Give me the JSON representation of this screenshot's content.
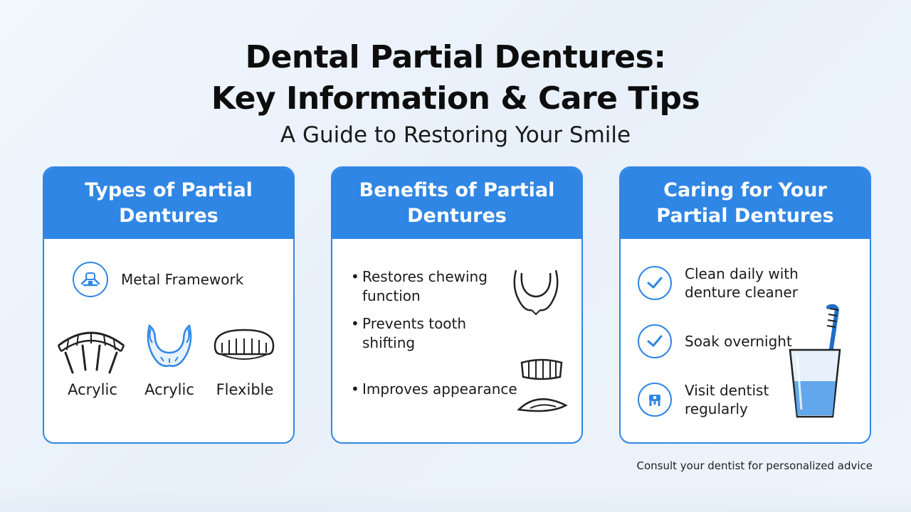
{
  "header": {
    "title_line1": "Dental Partial Dentures:",
    "title_line2": "Key Information & Care Tips",
    "subtitle": "A Guide to Restoring Your Smile"
  },
  "cards": [
    {
      "heading": "Types of Partial Dentures",
      "items": [
        {
          "label": "Metal Framework",
          "icon": "metal-framework-icon"
        }
      ],
      "types": [
        "Acrylic",
        "Acrylic",
        "Flexible"
      ]
    },
    {
      "heading": "Benefits of Partial Dentures",
      "items": [
        {
          "label_line1": "Restores chewing",
          "label_line2": "function"
        },
        {
          "label_line1": "Prevents tooth",
          "label_line2": "shifting"
        },
        {
          "label_line1": "Improves appearance"
        }
      ]
    },
    {
      "heading": "Caring for Your Partial Dentures",
      "items": [
        {
          "label_line1": "Clean daily with",
          "label_line2": "denture cleaner",
          "icon": "check-icon"
        },
        {
          "label_line1": "Soak overnight",
          "icon": "check-icon"
        },
        {
          "label_line1": "Visit dentist",
          "label_line2": "regularly",
          "icon": "tooth-icon"
        }
      ]
    }
  ],
  "footer": {
    "note": "Consult your dentist for personalized advice"
  },
  "colors": {
    "accent": "#2f86e4",
    "background": "#eef4fb"
  }
}
